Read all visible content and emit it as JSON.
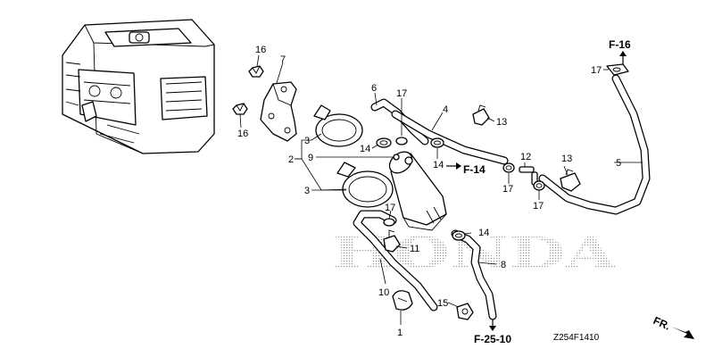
{
  "diagram": {
    "drawing_code": "Z254F1410",
    "front_label": "FR.",
    "watermark": "HONDA",
    "references": {
      "f16": "F-16",
      "f14": "F-14",
      "f2510": "F-25-10"
    },
    "callouts": {
      "c1": "1",
      "c2": "2",
      "c3a": "3",
      "c3b": "3",
      "c4": "4",
      "c5": "5",
      "c6": "6",
      "c7": "7",
      "c8": "8",
      "c9": "9",
      "c10": "10",
      "c11": "11",
      "c12": "12",
      "c13a": "13",
      "c13b": "13",
      "c14a": "14",
      "c14b": "14",
      "c14c": "14",
      "c15": "15",
      "c16a": "16",
      "c16b": "16",
      "c17a": "17",
      "c17b": "17",
      "c17c": "17",
      "c17d": "17",
      "c17e": "17"
    },
    "colors": {
      "line": "#000000",
      "watermark_dots": "#9a9a9a",
      "background": "#ffffff"
    }
  }
}
